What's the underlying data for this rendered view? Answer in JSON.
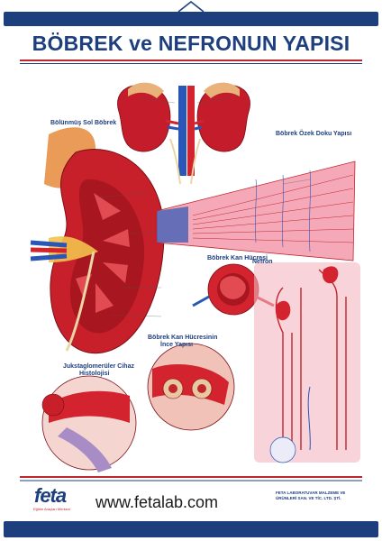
{
  "poster": {
    "title": "BÖBREK ve NEFRONUN YAPISI",
    "colors": {
      "navy": "#1e3f7e",
      "red": "#c0262d",
      "kidney": "#c8202a",
      "pink": "#f0a7b6"
    }
  },
  "sections": {
    "sol_bobrek": "Bölünmüş Sol Böbrek",
    "ozek_doku": "Böbrek Özek Doku Yapısı",
    "kan_hucresi": "Böbrek Kan Hücresi",
    "nefron": "Nefron",
    "kan_hucresi_ince_1": "Böbrek Kan Hücresinin",
    "kan_hucresi_ince_2": "İnce Yapısı",
    "juksta_1": "Jukstaglomerüler Cihaz",
    "juksta_2": "Histolojisi"
  },
  "footer": {
    "website": "www.fetalab.com",
    "logo": "feta",
    "logo_tagline": "Eğitim Araçları Merkezi",
    "company_line1": "FETA LABORATUVAR MALZEME VE",
    "company_line2": "ÜRÜNLERİ SAN. VE TİC. LTD. ŞTİ."
  }
}
